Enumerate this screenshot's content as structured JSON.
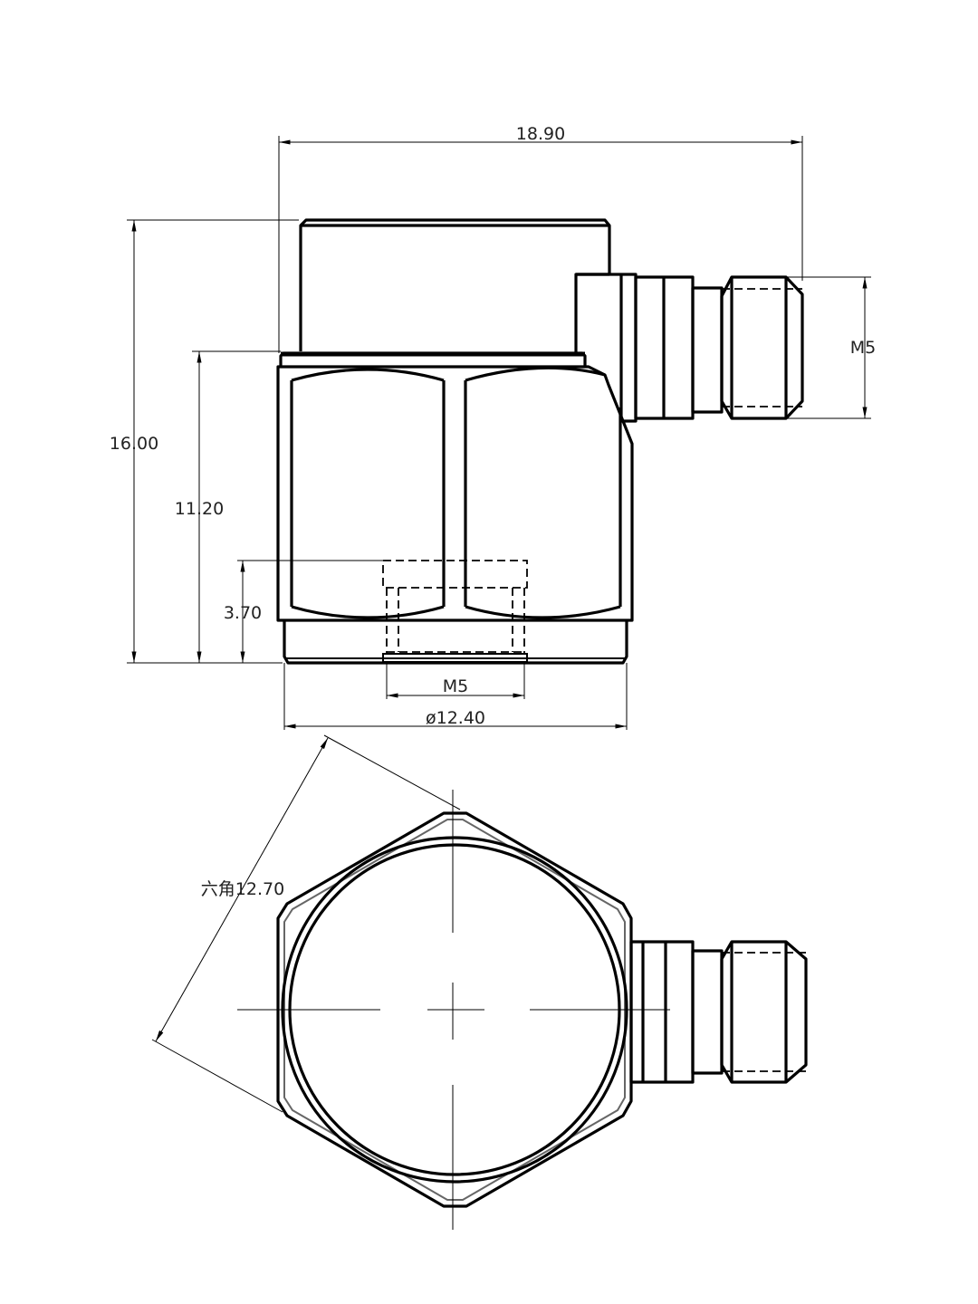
{
  "drawing": {
    "views": [
      "front-view",
      "bottom-view"
    ],
    "line_color": "#000000",
    "dimensions": {
      "overall_width": "18.90",
      "overall_height": "16.00",
      "body_height": "11.20",
      "thread_depth": "3.70",
      "connector_thread": "M5",
      "mounting_thread": "M5",
      "base_diameter": "ø12.40",
      "hex_size": "六角12.70"
    }
  }
}
